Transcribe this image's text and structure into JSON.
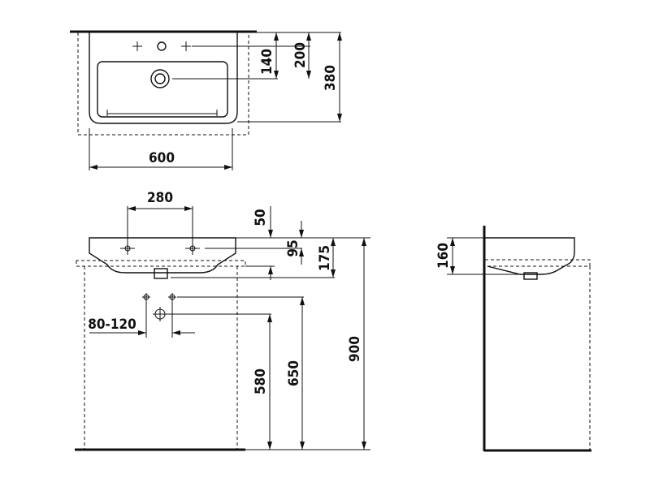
{
  "dimensions": {
    "top_width": "600",
    "top_depth_total": "380",
    "top_depth_tap": "200",
    "top_depth_waste": "140",
    "front_taphole_spacing": "280",
    "front_overflow_from_top": "50",
    "front_rim_to_overflow": "95",
    "front_basin_height": "175",
    "front_waste_spacing": "80-120",
    "front_height_580": "580",
    "front_height_650": "650",
    "front_height_900": "900",
    "side_height": "160"
  }
}
